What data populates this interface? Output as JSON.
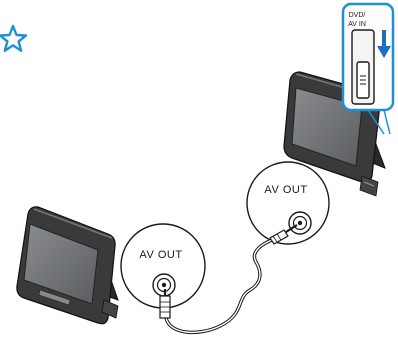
{
  "labels": {
    "av_out_left": "AV OUT",
    "av_out_right": "AV OUT",
    "switch_label_line1": "DVD/",
    "switch_label_line2": "AV IN"
  },
  "icons": {
    "star": "star-outline-icon",
    "arrow": "arrow-down-icon"
  },
  "colors": {
    "accent_blue": "#1f8fd6",
    "arrow_blue": "#1a6fc4",
    "line": "#1a1a1a",
    "screen": "#6d7072",
    "device_body": "#3a3a3a"
  }
}
